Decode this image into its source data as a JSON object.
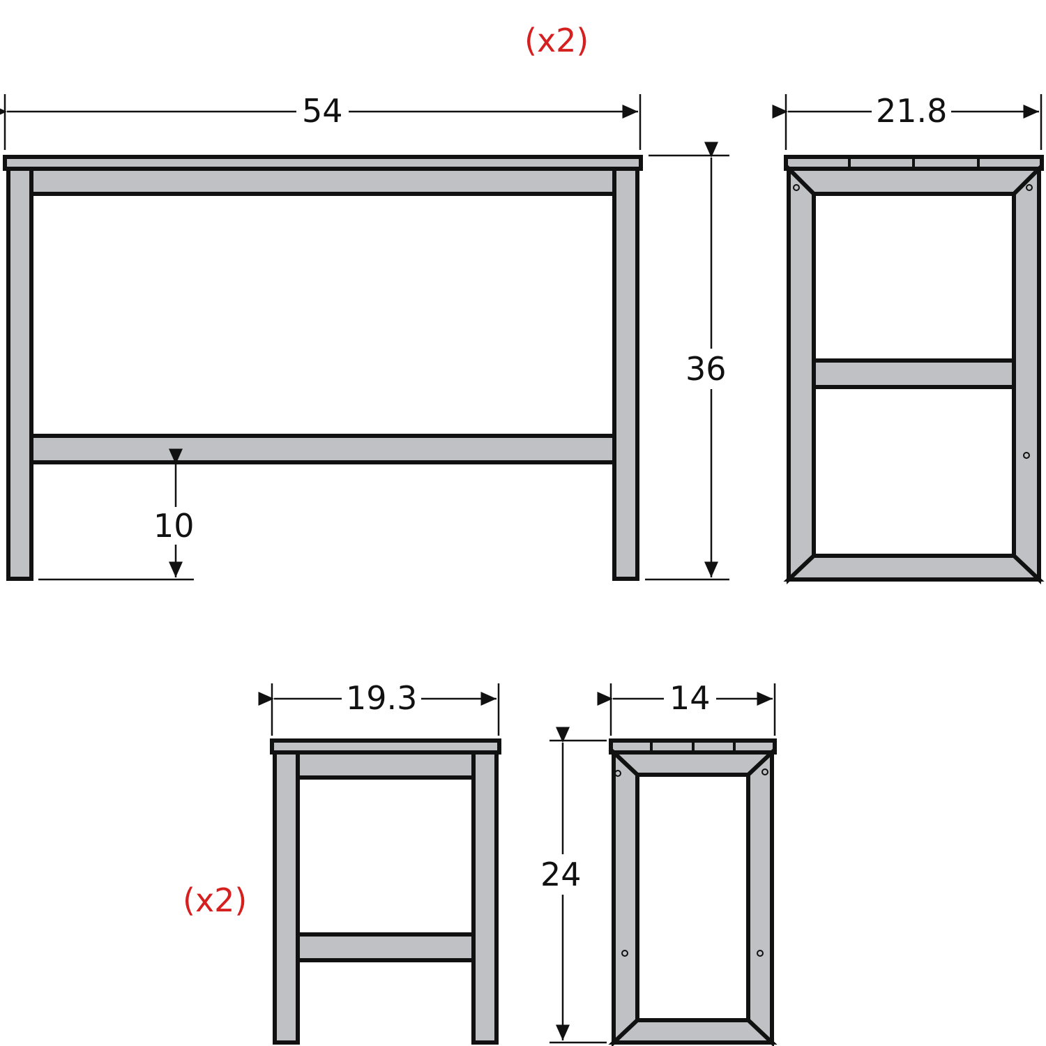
{
  "colors": {
    "fill": "#c0c1c4",
    "stroke": "#111111",
    "accent": "#d61f1f"
  },
  "table": {
    "quantity": "(x2)",
    "front_view": {
      "width_label": "54",
      "height_label": "36",
      "stretcher_height_label": "10"
    },
    "side_view": {
      "width_label": "21.8"
    }
  },
  "stool": {
    "quantity": "(x2)",
    "front_view": {
      "width_label": "19.3"
    },
    "side_view": {
      "width_label": "14",
      "height_label": "24"
    }
  }
}
